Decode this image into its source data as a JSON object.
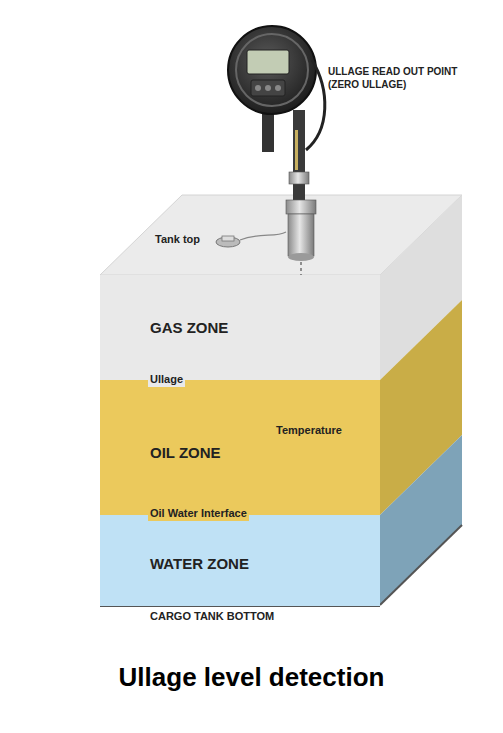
{
  "diagram": {
    "caption": "Ullage level detection",
    "nodes": [
      {
        "text": [
          "GAS ZONE"
        ]
      },
      {
        "text": [
          "OIL ZONE"
        ]
      },
      {
        "text": [
          "WATER ZONE"
        ]
      }
    ],
    "labels": [
      "ULLAGE READ OUT POINT (ZERO ULLAGE)",
      "Tank top",
      "Ullage",
      "Temperature",
      "Oil Water Interface",
      "CARGO TANK BOTTOM"
    ]
  }
}
